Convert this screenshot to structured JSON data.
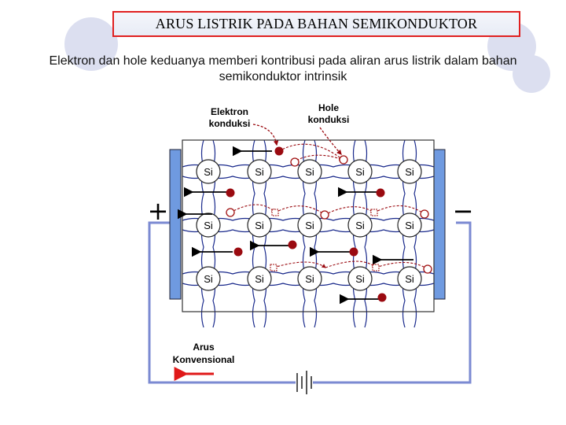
{
  "title": "ARUS LISTRIK PADA BAHAN SEMIKONDUKTOR",
  "subtitle": "Elektron dan hole keduanya memberi kontribusi pada aliran arus listrik dalam bahan semikonduktor intrinsik",
  "diagram": {
    "label_electron": [
      "Elektron",
      "konduksi"
    ],
    "label_hole": [
      "Hole",
      "konduksi"
    ],
    "label_current": [
      "Arus",
      "Konvensional"
    ],
    "plus_sign": "+",
    "minus_sign": "−",
    "atom_label": "Si",
    "atom_rows": 3,
    "atom_cols": 5,
    "colors": {
      "electron": "#9a0a10",
      "hole_stroke": "#a01010",
      "crystal_blue": "#1a2a8c",
      "plate": "#6f9ae0",
      "wire": "#7b8ad2",
      "arrow_current": "#e01818",
      "deco": "#dcdff0"
    }
  }
}
